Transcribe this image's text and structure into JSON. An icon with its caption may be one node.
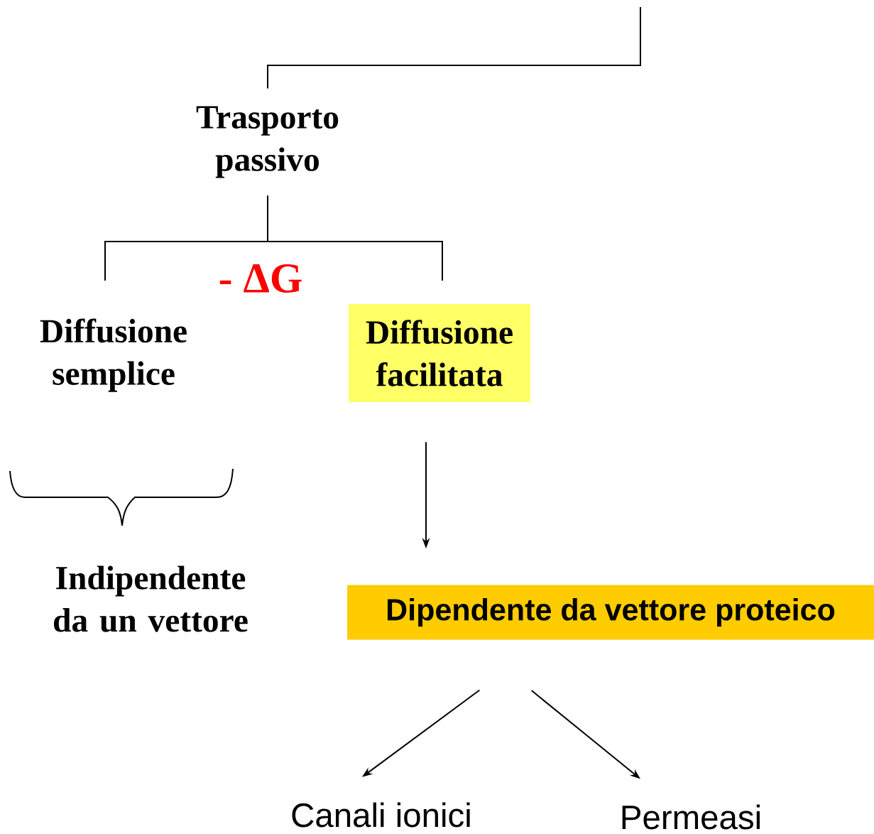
{
  "diagram": {
    "nodes": [
      {
        "text": [
          "Trasporto passivo"
        ]
      },
      {
        "text": [
          "Diffusione semplice"
        ]
      },
      {
        "text": [
          "Diffusione facilitata"
        ]
      },
      {
        "text": [
          "Indipendente da un vettore"
        ]
      },
      {
        "text": [
          "Dipendente da vettore proteico"
        ]
      },
      {
        "text": [
          "Canali ionici"
        ]
      },
      {
        "text": [
          "Permeasi"
        ]
      }
    ],
    "edges": [
      {
        "from": null,
        "to": 0,
        "arrow": "none"
      },
      {
        "from": 0,
        "to": 1,
        "arrow": "none"
      },
      {
        "from": 0,
        "to": 2,
        "arrow": "none"
      },
      {
        "from": 2,
        "to": 4,
        "arrow": "to"
      },
      {
        "from": 4,
        "to": 5,
        "arrow": "to"
      },
      {
        "from": 4,
        "to": 6,
        "arrow": "to"
      }
    ],
    "labels": [
      "- ΔG"
    ]
  }
}
